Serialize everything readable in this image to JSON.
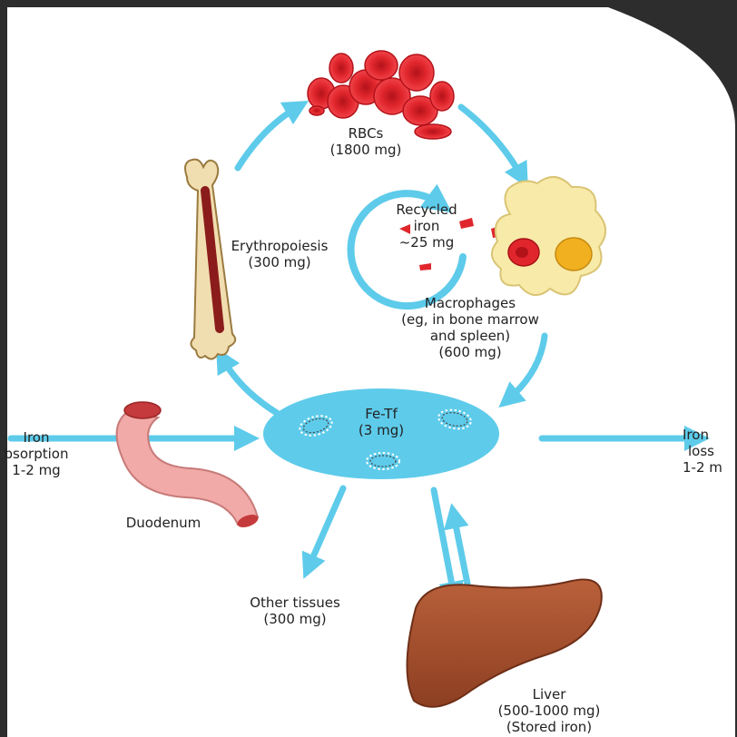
{
  "colors": {
    "background": "#2d2d2d",
    "panel": "#ffffff",
    "arrow": "#5ecbea",
    "rbc": "#e0262c",
    "bone": "#f1deb0",
    "marrow": "#8b1c1c",
    "macrophage": "#f8eaa8",
    "liver": "#a5502d",
    "duodenum": "#f1aaa8",
    "fetf_oval": "#5ecbea"
  },
  "nodes": {
    "rbcs": {
      "name": "RBCs",
      "amount": "(1800 mg)"
    },
    "erythropoiesis": {
      "name": "Erythropoiesis",
      "amount": "(300 mg)"
    },
    "recycled": {
      "line1": "Recycled",
      "line2": "iron",
      "line3": "~25 mg"
    },
    "macrophages": {
      "line1": "Macrophages",
      "line2": "(eg, in bone marrow",
      "line3": "and spleen)",
      "line4": "(600 mg)"
    },
    "fetf": {
      "name": "Fe-Tf",
      "amount": "(3 mg)"
    },
    "absorption": {
      "line1": "Iron",
      "line2": "bsorption",
      "line3": "1-2 mg"
    },
    "duodenum": {
      "name": "Duodenum"
    },
    "loss": {
      "line1": "Iron",
      "line2": "loss",
      "line3": "1-2 m"
    },
    "other_tissues": {
      "name": "Other tissues",
      "amount": "(300 mg)"
    },
    "liver": {
      "name": "Liver",
      "amount": "(500-1000 mg)",
      "note": "(Stored iron)"
    }
  }
}
